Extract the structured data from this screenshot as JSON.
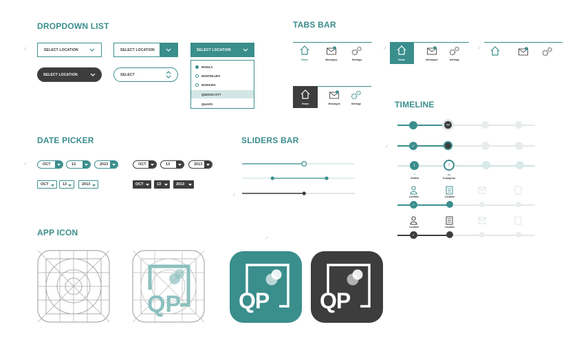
{
  "headings": {
    "dropdown_list": "DROPDOWN LIST",
    "tabs_bar": "TABS BAR",
    "timeline": "TIMELINE",
    "date_picker": "DATE PICKER",
    "sliders_bar": "SLIDERS BAR",
    "app_icon": "APP ICON"
  },
  "colors": {
    "accent": "#3a8e8c",
    "dark": "#3d3d3d",
    "light": "#d9e8e7",
    "muted": "#e3e7e7"
  },
  "dropdown": {
    "select_location": "SELECT LOCATION",
    "select": "SELECT",
    "options": [
      "MANILA",
      "MUNTINLUPA",
      "MARIKINA",
      "QUEZON CITY",
      "QUIAPO"
    ],
    "selected_index": 3
  },
  "tabs": {
    "home": "Home",
    "messages": "Messages",
    "settings": "Settings"
  },
  "date": {
    "month": "OCT",
    "day": "13",
    "year": "2013"
  },
  "timeline": {
    "labels": [
      "Verified",
      "In progress"
    ],
    "step_labels": [
      "Location",
      "Location"
    ],
    "dots_icon": "•••",
    "check_icon": "✓"
  },
  "sliders": [
    {
      "style": "single-handle",
      "value": 0.55
    },
    {
      "style": "range",
      "low": 0.27,
      "high": 0.75
    },
    {
      "style": "single-dark",
      "value": 0.55
    }
  ],
  "app_icon": {
    "text": "QP"
  },
  "icons": {
    "chevron": "chevron-down-icon",
    "home": "home-icon",
    "mail": "mail-icon",
    "gear": "gear-icon",
    "check": "check-icon"
  }
}
